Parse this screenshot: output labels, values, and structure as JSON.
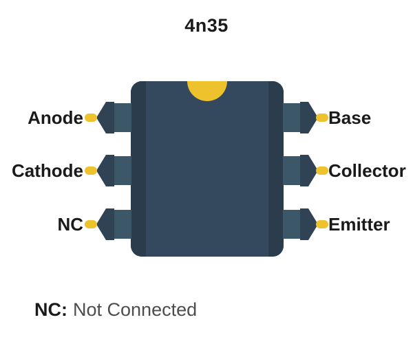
{
  "title": "4n35",
  "pins": {
    "left": [
      "Anode",
      "Cathode",
      "NC"
    ],
    "right": [
      "Base",
      "Collector",
      "Emitter"
    ]
  },
  "note": {
    "abbr": "NC:",
    "meaning": "Not Connected"
  },
  "colors": {
    "chip-body": "#34495e",
    "chip-edge": "#2b3c4d",
    "pin-inner": "#3c5868",
    "pin-outer": "#2f4355",
    "accent-yellow": "#eec22d",
    "label-text": "#1a1a1a",
    "note-text": "#4d4d4d"
  }
}
